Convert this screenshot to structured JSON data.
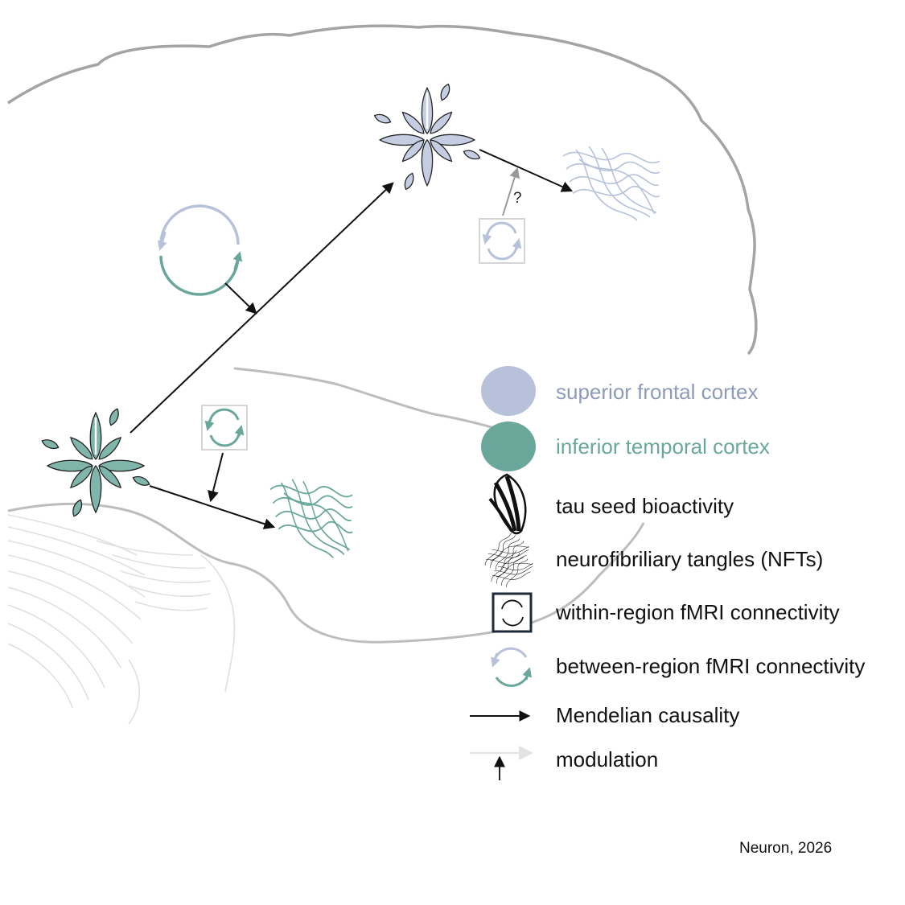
{
  "colors": {
    "superior_frontal": "#b7c1d9",
    "inferior_temporal": "#6aa79b",
    "outline": "#a8a8a8",
    "arrow": "#111111",
    "modulation": "#999999"
  },
  "diagram": {
    "question_mark": "?"
  },
  "legend": {
    "superior_frontal_cortex": "superior frontal cortex",
    "inferior_temporal_cortex": "inferior temporal cortex",
    "tau_seed_bioactivity": "tau seed bioactivity",
    "neurofibrillary_tangles": "neurofibriliary tangles (NFTs)",
    "within_region_connectivity": "within-region fMRI connectivity",
    "between_region_connectivity": "between-region fMRI connectivity",
    "mendelian_causality": "Mendelian causality",
    "modulation": "modulation"
  },
  "credit": "Neuron, 2026"
}
